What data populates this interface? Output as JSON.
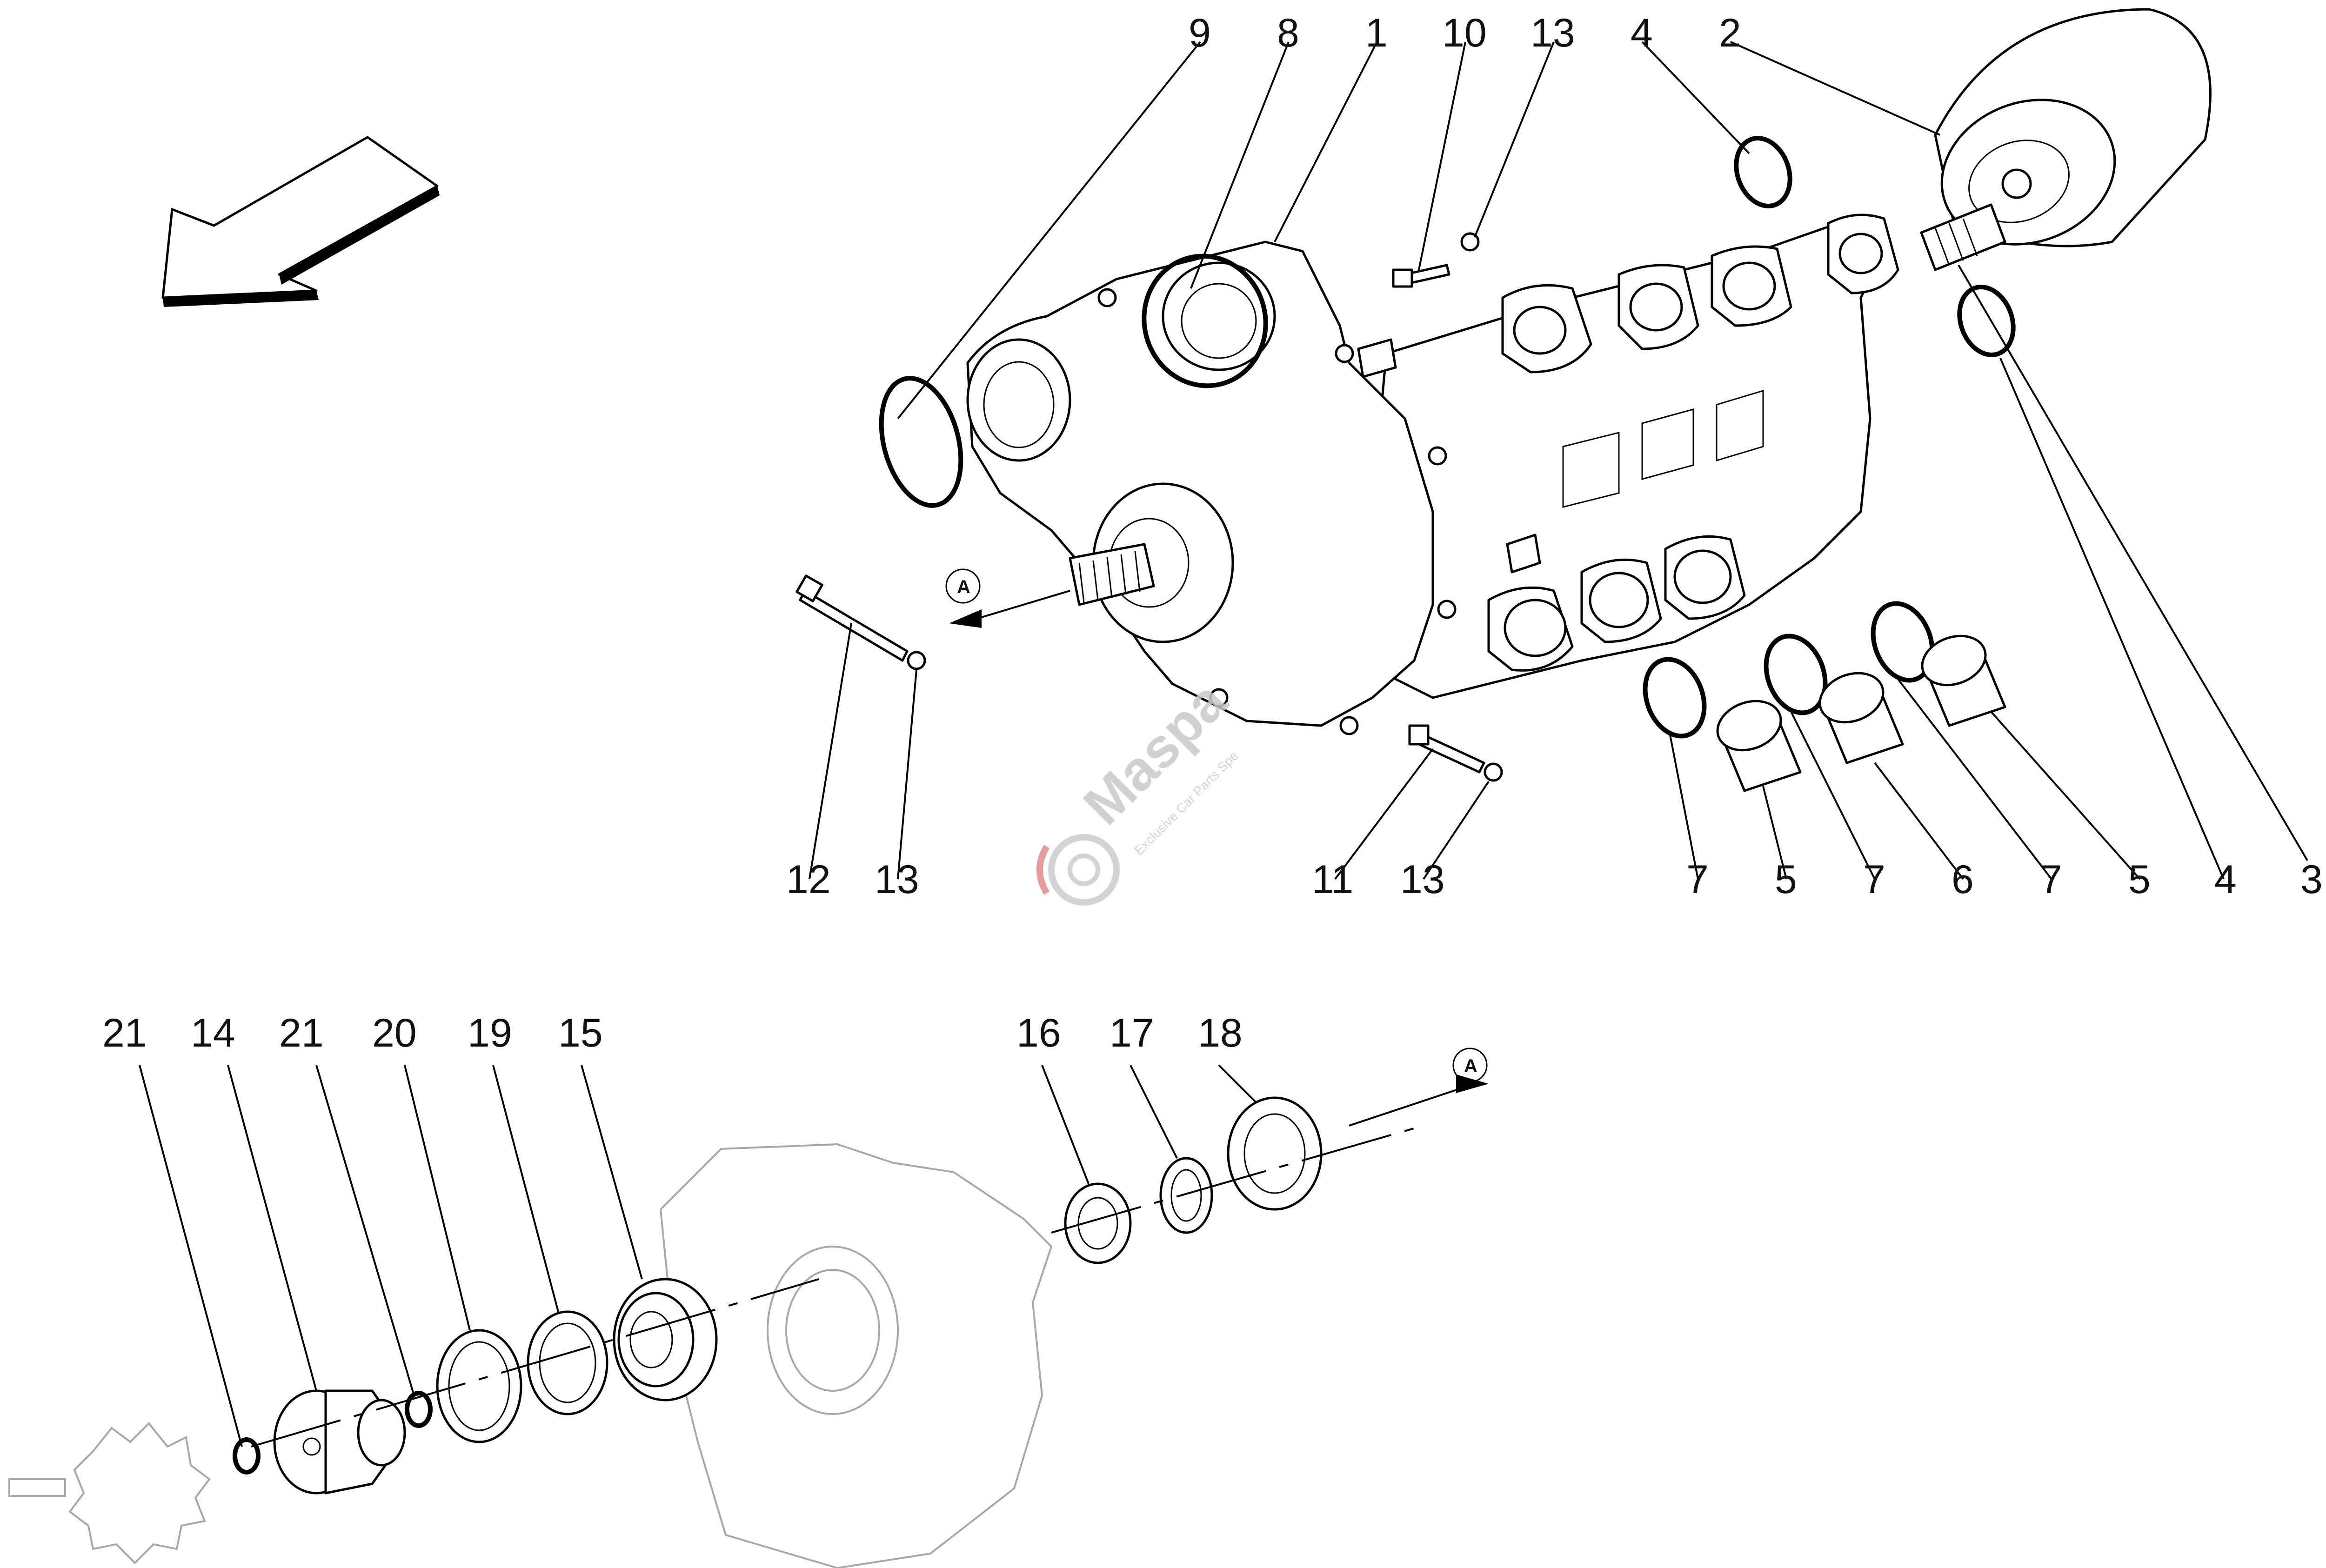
{
  "callouts": [
    {
      "id": "c9",
      "label": "9"
    },
    {
      "id": "c8",
      "label": "8"
    },
    {
      "id": "c1",
      "label": "1"
    },
    {
      "id": "c10",
      "label": "10"
    },
    {
      "id": "c13a",
      "label": "13"
    },
    {
      "id": "c4a",
      "label": "4"
    },
    {
      "id": "c2",
      "label": "2"
    },
    {
      "id": "c12",
      "label": "12"
    },
    {
      "id": "c13b",
      "label": "13"
    },
    {
      "id": "c11",
      "label": "11"
    },
    {
      "id": "c13c",
      "label": "13"
    },
    {
      "id": "c7a",
      "label": "7"
    },
    {
      "id": "c5a",
      "label": "5"
    },
    {
      "id": "c7b",
      "label": "7"
    },
    {
      "id": "c6",
      "label": "6"
    },
    {
      "id": "c7c",
      "label": "7"
    },
    {
      "id": "c5b",
      "label": "5"
    },
    {
      "id": "c4b",
      "label": "4"
    },
    {
      "id": "c3",
      "label": "3"
    },
    {
      "id": "c21a",
      "label": "21"
    },
    {
      "id": "c14",
      "label": "14"
    },
    {
      "id": "c21b",
      "label": "21"
    },
    {
      "id": "c20",
      "label": "20"
    },
    {
      "id": "c19",
      "label": "19"
    },
    {
      "id": "c15",
      "label": "15"
    },
    {
      "id": "c16",
      "label": "16"
    },
    {
      "id": "c17",
      "label": "17"
    },
    {
      "id": "c18",
      "label": "18"
    }
  ],
  "reference_marks": {
    "a_upper": "A",
    "a_lower": "A"
  },
  "watermark": {
    "brand": "Maspa",
    "tagline": "Exclusive Car Parts Spe"
  },
  "colors": {
    "line": "#000000",
    "background": "#ffffff",
    "ghost": "#a8a8a8",
    "watermark": "#c9c9c9",
    "watermark_accent": "#e48a8a"
  },
  "icons": {
    "direction_arrow": "large-outline-arrow-down-left"
  }
}
